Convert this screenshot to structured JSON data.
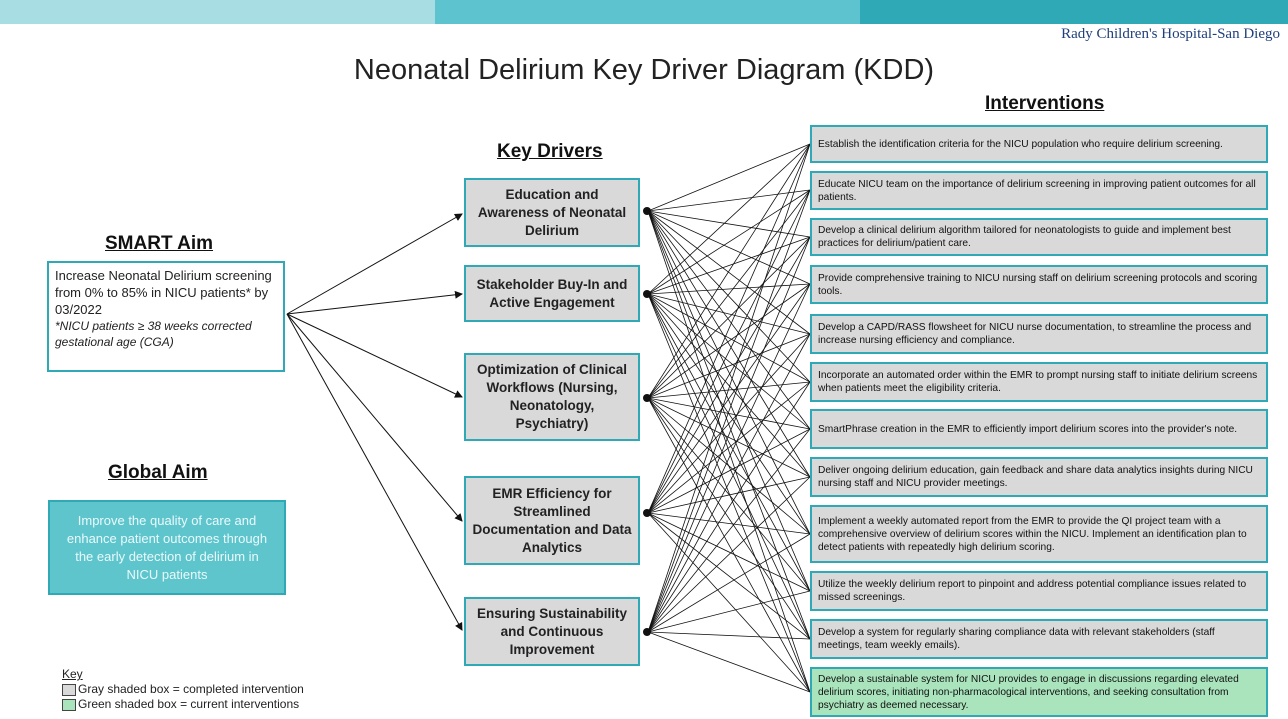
{
  "logo_text": "Rady Children's Hospital-San Diego",
  "title": "Neonatal Delirium Key Driver Diagram (KDD)",
  "headings": {
    "smart_aim": "SMART Aim",
    "global_aim": "Global Aim",
    "key_drivers": "Key Drivers",
    "interventions": "Interventions"
  },
  "smart_aim": {
    "text": "Increase Neonatal Delirium screening from 0% to 85% in NICU patients* by 03/2022",
    "note": "*NICU patients ≥ 38 weeks corrected gestational age (CGA)"
  },
  "global_aim": "Improve the quality of care and enhance patient outcomes through the early detection of delirium in NICU patients",
  "key_drivers": [
    "Education and Awareness of Neonatal Delirium",
    "Stakeholder Buy-In and Active Engagement",
    "Optimization of Clinical Workflows (Nursing, Neonatology, Psychiatry)",
    "EMR Efficiency for Streamlined Documentation and Data Analytics",
    "Ensuring Sustainability and Continuous Improvement"
  ],
  "interventions": [
    {
      "text": "Establish the identification criteria for the NICU population who require delirium screening.",
      "status": "completed"
    },
    {
      "text": "Educate NICU team on the importance of delirium screening in improving patient outcomes for all patients.",
      "status": "completed"
    },
    {
      "text": "Develop a clinical delirium algorithm tailored for neonatologists to guide and implement best practices for delirium/patient care.",
      "status": "completed"
    },
    {
      "text": "Provide comprehensive training to NICU nursing staff on delirium screening protocols and scoring tools.",
      "status": "completed"
    },
    {
      "text": "Develop a CAPD/RASS flowsheet for NICU nurse documentation, to streamline the process and increase nursing efficiency and compliance.",
      "status": "completed"
    },
    {
      "text": "Incorporate an automated order within the EMR to prompt nursing staff to initiate delirium screens when patients meet the eligibility criteria.",
      "status": "completed"
    },
    {
      "text": "SmartPhrase creation in the EMR to efficiently import delirium scores into the provider's note.",
      "status": "completed"
    },
    {
      "text": "Deliver ongoing delirium education, gain feedback and share data analytics insights during NICU nursing staff and NICU provider meetings.",
      "status": "completed"
    },
    {
      "text": "Implement a weekly automated report from the EMR to provide the QI project team with a comprehensive overview of delirium scores within the NICU. Implement an identification plan to detect patients with repeatedly high delirium scoring.",
      "status": "completed"
    },
    {
      "text": "Utilize the weekly delirium report to pinpoint and address potential compliance issues related to missed screenings.",
      "status": "completed"
    },
    {
      "text": "Develop a system for regularly sharing compliance data with relevant stakeholders (staff meetings, team weekly emails).",
      "status": "completed"
    },
    {
      "text": "Develop a sustainable system for NICU provides to engage in discussions regarding elevated delirium scores, initiating non-pharmacological interventions, and seeking consultation from psychiatry as deemed necessary.",
      "status": "current"
    }
  ],
  "key": {
    "title": "Key",
    "gray": "Gray shaded box = completed intervention",
    "green": "Green shaded box = current interventions"
  },
  "colors": {
    "accent": "#2fa9b5",
    "completed": "#d9d9d9",
    "current": "#a9e4bd"
  }
}
